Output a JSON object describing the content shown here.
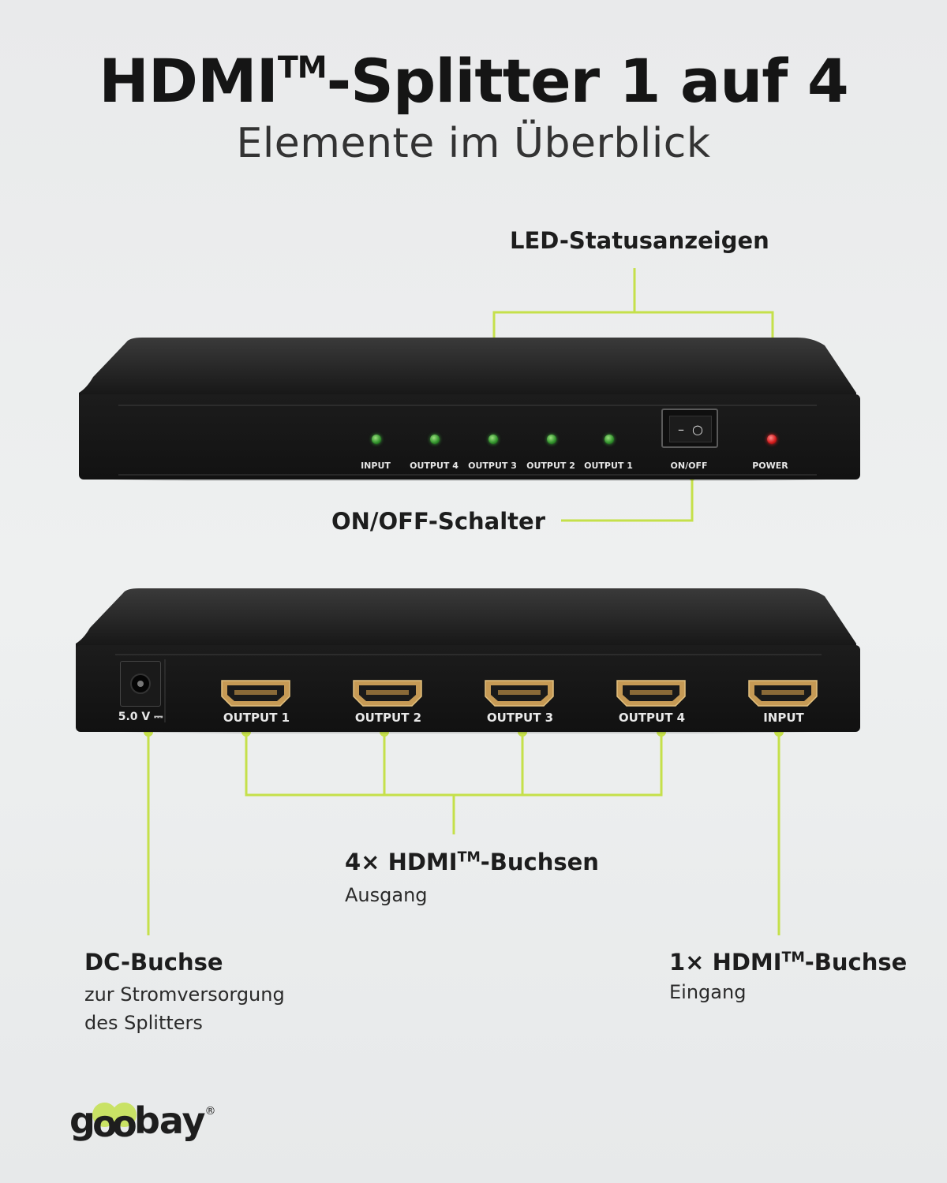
{
  "header": {
    "title": "HDMI",
    "title_tm": "TM",
    "title_rest": "-Splitter 1 auf 4",
    "subtitle": "Elemente im Überblick"
  },
  "colors": {
    "accent_line": "#c5e04a",
    "device_body": "#1a1a1a",
    "led_green": "#2f8f2a",
    "led_red": "#d11a1a",
    "hdmi_port": "#c69a55"
  },
  "front_panel": {
    "labels": [
      "INPUT",
      "OUTPUT 4",
      "OUTPUT 3",
      "OUTPUT 2",
      "OUTPUT 1",
      "ON/OFF",
      "POWER"
    ],
    "switch_symbols": [
      "–",
      "○"
    ]
  },
  "back_panel": {
    "dc_label": "5.0 V ⎓",
    "ports": [
      "OUTPUT 1",
      "OUTPUT 2",
      "OUTPUT 3",
      "OUTPUT 4",
      "INPUT"
    ]
  },
  "callouts": {
    "led": {
      "title": "LED-Statusanzeigen"
    },
    "switch": {
      "title": "ON/OFF-Schalter"
    },
    "outputs": {
      "title_pre": "4× HDMI",
      "title_tm": "TM",
      "title_post": "-Buchsen",
      "sub": "Ausgang"
    },
    "dc": {
      "title": "DC-Buchse",
      "sub1": "zur Stromversorgung",
      "sub2": "des Splitters"
    },
    "input": {
      "title_pre": "1× HDMI",
      "title_tm": "TM",
      "title_post": "-Buchse",
      "sub": "Eingang"
    }
  },
  "logo": {
    "text_g": "g",
    "text_o1": "o",
    "text_o2": "o",
    "text_rest": "bay",
    "registered": "®"
  }
}
